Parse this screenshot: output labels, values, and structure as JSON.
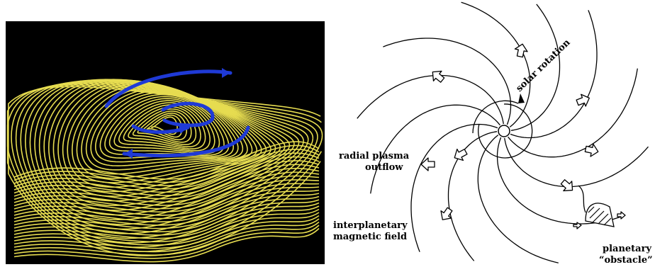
{
  "left_panel": {
    "description_colors": {
      "background": "#000000",
      "sheet_lines": "#e6dc50",
      "flow_arrows": "#1f3ad6"
    }
  },
  "right_panel": {
    "labels": {
      "solar_rotation": "solar rotation",
      "radial_plasma_line1": "radial plasma",
      "radial_plasma_line2": "outflow",
      "imf_line1": "interplanetary",
      "imf_line2": "magnetic field",
      "obstacle_line1": "planetary",
      "obstacle_line2": "“obstacle”"
    }
  }
}
